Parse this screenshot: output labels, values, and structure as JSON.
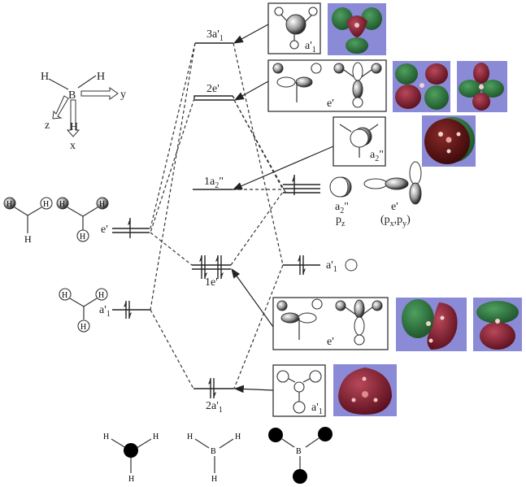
{
  "figure": {
    "title": "Molecular orbital diagram of BH3",
    "coordinate_molecule": {
      "atoms": [
        "H",
        "H",
        "B",
        "H"
      ],
      "axes": [
        "x",
        "y",
        "z"
      ]
    },
    "left_fragments": {
      "label_e": "e'",
      "label_a1": "a'1",
      "h_label": "H"
    },
    "mo_levels": [
      {
        "name": "3a'1",
        "base": "3a'",
        "sub": "1",
        "occupancy": 0
      },
      {
        "name": "2e'",
        "base": "2e'",
        "sub": "",
        "occupancy": 0
      },
      {
        "name": "1a2\"",
        "base": "1a",
        "sub": "2",
        "sup": "\"",
        "occupancy": 0
      },
      {
        "name": "1e'",
        "base": "1e'",
        "sub": "",
        "occupancy": 4
      },
      {
        "name": "2a'1",
        "base": "2a'",
        "sub": "1",
        "occupancy": 2
      }
    ],
    "boron_ao": {
      "p_labels": {
        "a2": "a",
        "a2_sub": "2",
        "a2_sup": "\"",
        "pz": "p",
        "pz_sub": "z",
        "e": "e'",
        "pxpy_open": "(p",
        "px_sub": "x",
        "comma": ",p",
        "py_sub": "y",
        "close": ")"
      },
      "s_label": {
        "base": "a'",
        "sub": "1"
      }
    },
    "orbital_boxes": [
      {
        "symmetry": "a'",
        "sub": "1"
      },
      {
        "symmetry": "e'"
      },
      {
        "symmetry": "a",
        "sub": "2",
        "sup": "\""
      },
      {
        "symmetry": "e'"
      },
      {
        "symmetry": "a'",
        "sub": "1"
      }
    ],
    "bottom_molecules": {
      "h": "H",
      "b": "B"
    },
    "colors": {
      "orbital_background": "#8a8ad6",
      "positive_lobe": "#7a1d2e",
      "negative_lobe": "#2f7a3e"
    }
  }
}
